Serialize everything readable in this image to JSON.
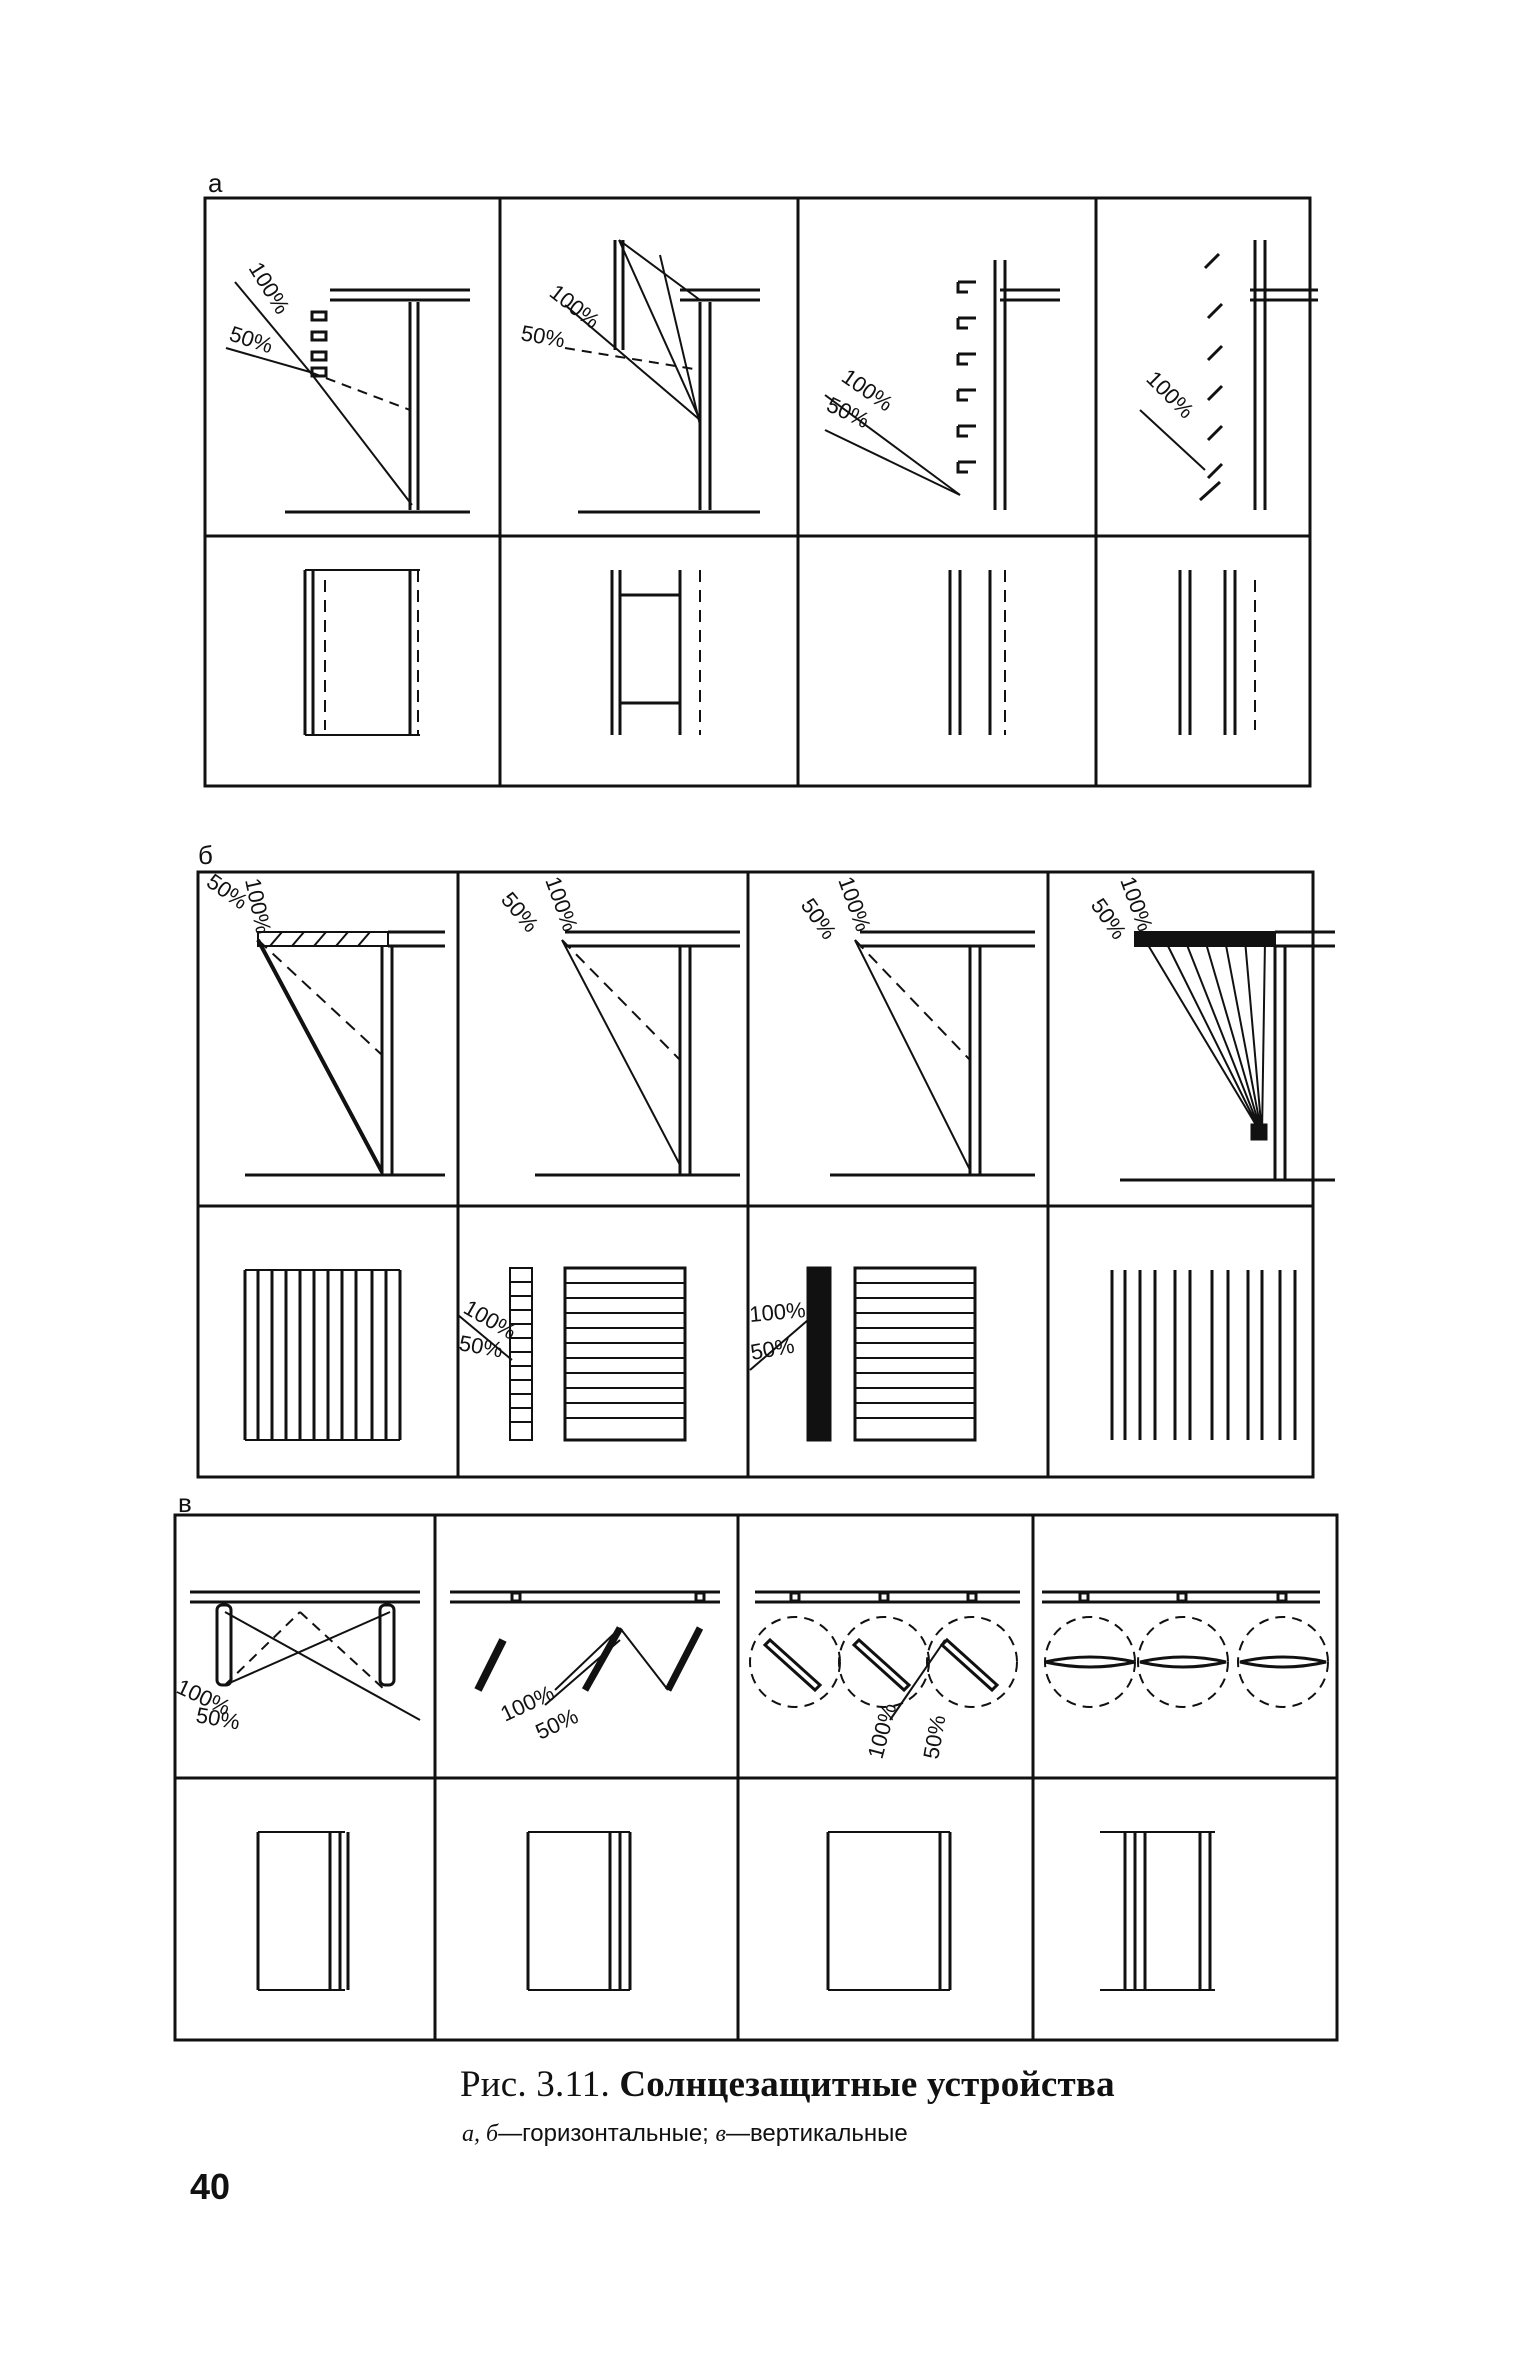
{
  "figure": {
    "groups": [
      {
        "letter": "а"
      },
      {
        "letter": "б"
      },
      {
        "letter": "в"
      }
    ],
    "percent_labels": {
      "full": "100%",
      "half": "50%"
    },
    "caption": {
      "number": "Рис. 3.11.",
      "title": "Солнцезащитные устройства",
      "letters_ab": "а, б",
      "sub_ab": "—горизонтальные;",
      "letter_v": "в",
      "sub_v": "—вертикальные"
    }
  },
  "page_number": "40",
  "colors": {
    "ink": "#111111",
    "paper": "#ffffff"
  }
}
